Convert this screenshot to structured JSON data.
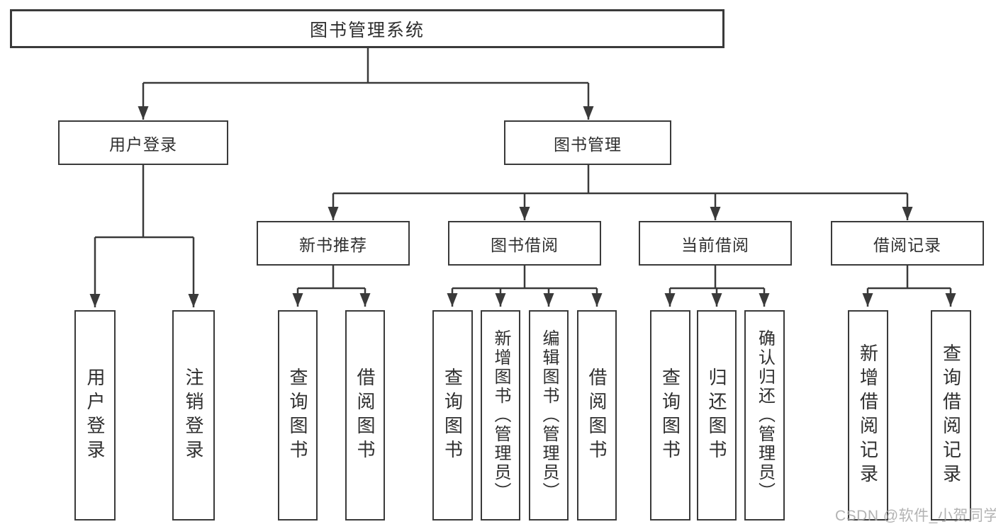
{
  "colors": {
    "line": "#3a3a3a",
    "text": "#2f2f2f",
    "box_background": "#ffffff",
    "watermark": "#a6a6a6",
    "background": "#ffffff"
  },
  "tree": {
    "root": {
      "label": "图书管理系统"
    },
    "children": [
      {
        "label": "用户登录",
        "children": [
          {
            "label": "用户登录"
          },
          {
            "label": "注销登录"
          }
        ]
      },
      {
        "label": "图书管理",
        "children": [
          {
            "label": "新书推荐",
            "children": [
              {
                "label": "查询图书"
              },
              {
                "label": "借阅图书"
              }
            ]
          },
          {
            "label": "图书借阅",
            "children": [
              {
                "label": "查询图书"
              },
              {
                "label": "新增图书（管理员）"
              },
              {
                "label": "编辑图书（管理员）"
              },
              {
                "label": "借阅图书"
              }
            ]
          },
          {
            "label": "当前借阅",
            "children": [
              {
                "label": "查询图书"
              },
              {
                "label": "归还图书"
              },
              {
                "label": "确认归还（管理员）"
              }
            ]
          },
          {
            "label": "借阅记录",
            "children": [
              {
                "label": "新增借阅记录"
              },
              {
                "label": "查询借阅记录"
              }
            ]
          }
        ]
      }
    ]
  },
  "watermark": {
    "text": "CSDN @软件_小贺同学"
  }
}
